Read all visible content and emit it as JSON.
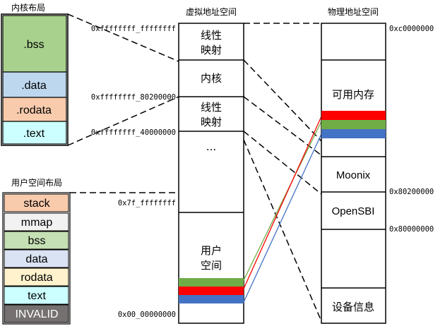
{
  "kernel_layout": {
    "title": "内核布局",
    "sections": [
      {
        "label": ".bss",
        "color": "#a9d18e"
      },
      {
        "label": ".data",
        "color": "#bdd7ee"
      },
      {
        "label": ".rodata",
        "color": "#f8cbad"
      },
      {
        "label": ".text",
        "color": "#ccffff"
      }
    ]
  },
  "user_layout": {
    "title": "用户空间布局",
    "sections": [
      {
        "label": "stack",
        "color": "#f8cbad"
      },
      {
        "label": "mmap",
        "color": "#f2f2f2"
      },
      {
        "label": "bss",
        "color": "#c5e0b4"
      },
      {
        "label": "data",
        "color": "#dae3f3"
      },
      {
        "label": "rodata",
        "color": "#fff2cc"
      },
      {
        "label": "text",
        "color": "#ccffff"
      },
      {
        "label": "INVALID",
        "color": "#767171"
      }
    ]
  },
  "virtual_space": {
    "title": "虚拟地址空间",
    "blocks": [
      {
        "label": "线性\n映射"
      },
      {
        "label": "内核"
      },
      {
        "label": "线性\n映射"
      },
      {
        "label": "..."
      },
      {
        "label": "用户\n空间"
      }
    ],
    "addresses": [
      "0xffffffff_ffffffff",
      "0xffffffff_80200000",
      "0xffffffff_40000000",
      "0x7f_ffffffff",
      "0x00_00000000"
    ]
  },
  "physical_space": {
    "title": "物理地址空间",
    "blocks": [
      {
        "label": ""
      },
      {
        "label": "可用内存"
      },
      {
        "label": "Moonix"
      },
      {
        "label": "OpenSBI"
      },
      {
        "label": ""
      },
      {
        "label": "设备信息"
      }
    ],
    "addresses": [
      "0xc0000000",
      "0x80200000",
      "0x80000000"
    ]
  },
  "strips": [
    {
      "color": "#70ad47"
    },
    {
      "color": "#ff0000"
    },
    {
      "color": "#4472c4"
    }
  ]
}
